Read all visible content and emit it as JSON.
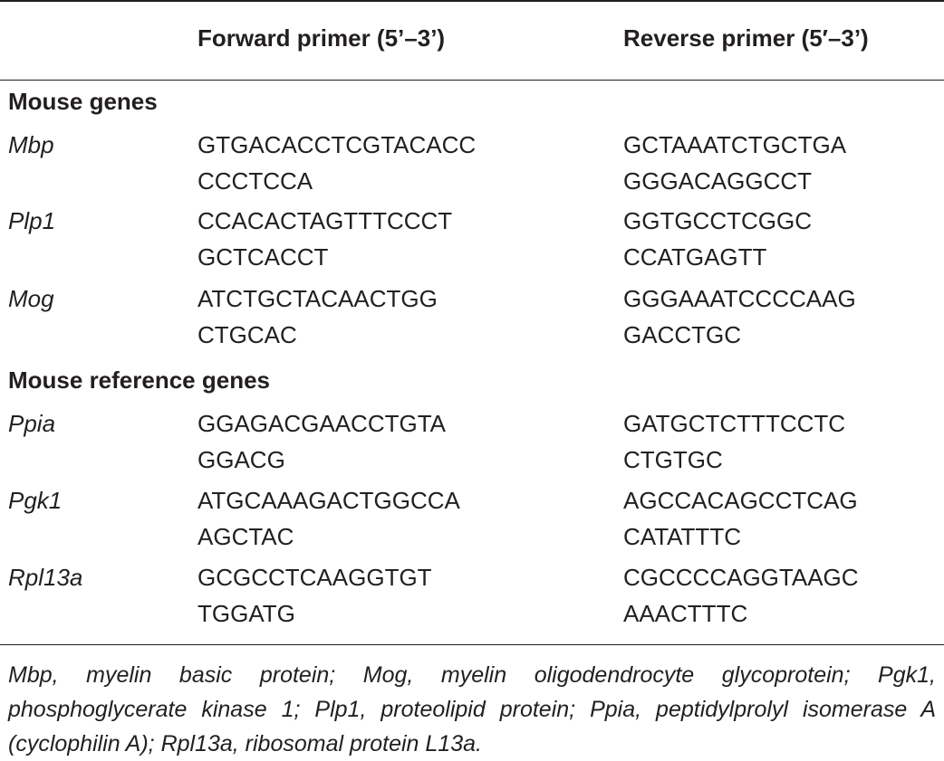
{
  "table": {
    "headers": {
      "gene": "",
      "forward": "Forward primer (5’–3’)",
      "reverse": "Reverse primer (5′–3’)"
    },
    "sections": [
      {
        "title": "Mouse genes",
        "rows": [
          {
            "gene": "Mbp",
            "forward": [
              "GTGACACCTCGTACACC",
              "CCCTCCA"
            ],
            "reverse": [
              "GCTAAATCTGCTGA",
              "GGGACAGGCCT"
            ]
          },
          {
            "gene": "Plp1",
            "forward": [
              "CCACACTAGTTTCCCT",
              "GCTCACCT"
            ],
            "reverse": [
              "GGTGCCTCGGC",
              "CCATGAGTT"
            ]
          },
          {
            "gene": "Mog",
            "forward": [
              "ATCTGCTACAACTGG",
              "CTGCAC"
            ],
            "reverse": [
              "GGGAAATCCCCAAG",
              "GACCTGC"
            ]
          }
        ]
      },
      {
        "title": "Mouse reference genes",
        "rows": [
          {
            "gene": "Ppia",
            "forward": [
              "GGAGACGAACCTGTA",
              "GGACG"
            ],
            "reverse": [
              "GATGCTCTTTCCTC",
              "CTGTGC"
            ]
          },
          {
            "gene": "Pgk1",
            "forward": [
              "ATGCAAAGACTGGCCA",
              "AGCTAC"
            ],
            "reverse": [
              "AGCCACAGCCTCAG",
              "CATATTTC"
            ]
          },
          {
            "gene": "Rpl13a",
            "forward": [
              "GCGCCTCAAGGTGT",
              "TGGATG"
            ],
            "reverse": [
              "CGCCCCAGGTAAGC",
              "AAACTTTC"
            ]
          }
        ]
      }
    ],
    "footnote": "Mbp, myelin basic protein; Mog, myelin oligodendrocyte glycoprotein; Pgk1, phosphoglycerate kinase 1; Plp1, proteolipid protein; Ppia, peptidylprolyl isomerase A (cyclophilin A); Rpl13a, ribosomal protein L13a."
  }
}
